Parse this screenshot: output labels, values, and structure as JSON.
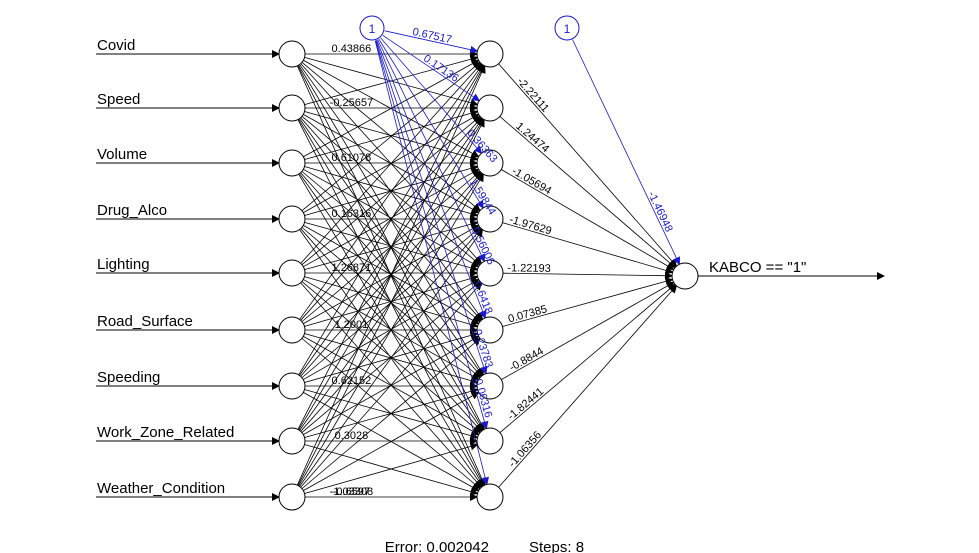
{
  "inputs": [
    "Covid",
    "Speed",
    "Volume",
    "Drug_Alco",
    "Lighting",
    "Road_Surface",
    "Speeding",
    "Work_Zone_Related",
    "Weather_Condition"
  ],
  "input_first_weights": [
    "0.43866",
    "-0.25657",
    "0.61078",
    "0.16316",
    "1.26871",
    "1.2001",
    "0.62152",
    "0.3028",
    "-0.6597",
    "-1.03308"
  ],
  "bias_label": "1",
  "hidden_bias_weights": [
    "0.67517",
    "0.17136",
    "0.36363",
    "1.59844",
    "0.56006",
    "0.6418",
    "0.23783",
    "0.06316"
  ],
  "output_weights": [
    "-2.22111",
    "1.24474",
    "-1.05694",
    "-1.97629",
    "-1.22193",
    "0.07385",
    "-0.8844",
    "-1.82441",
    "-1.06356"
  ],
  "output_bias_weight": "-1.46948",
  "output_label": "KABCO == \"1\"",
  "footer": {
    "error": "Error: 0.002042",
    "steps": "Steps: 8"
  },
  "colors": {
    "main": "#000000",
    "bias": "#1a1acc"
  }
}
